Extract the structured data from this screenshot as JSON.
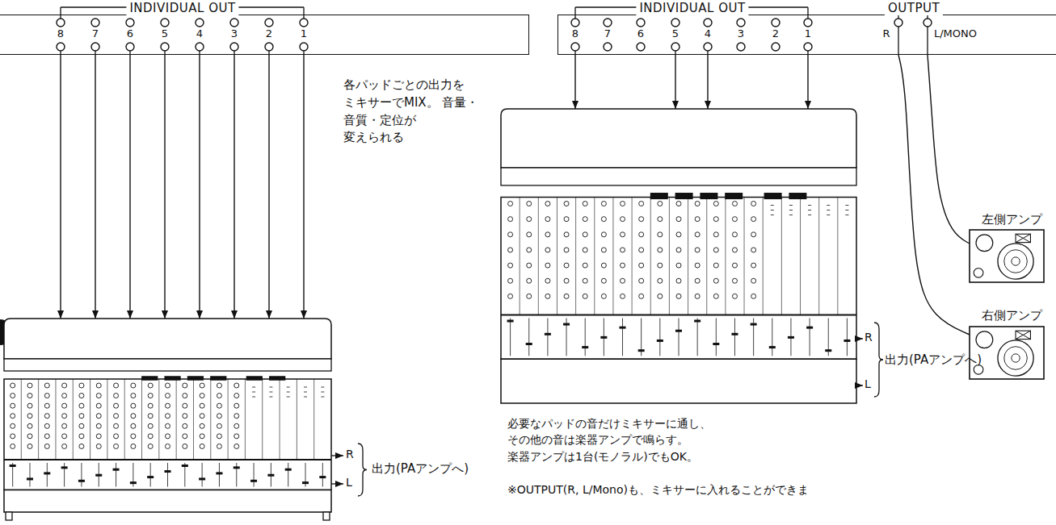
{
  "diagram": {
    "nodes": [
      {
        "text": [
          "INDIVIDUAL OUT"
        ]
      },
      {
        "text": [
          "出力(PAアンプへ)"
        ]
      },
      {
        "text": [
          "INDIVIDUAL OUT",
          "OUTPUT"
        ]
      },
      {
        "text": [
          "左側アンプ"
        ]
      },
      {
        "text": [
          "右側アンプ"
        ]
      },
      {
        "text": [
          "出力(PAアンプへ)"
        ]
      }
    ],
    "edges": [
      {
        "from": 0,
        "to": 1,
        "arrow": "to"
      },
      {
        "from": 0,
        "to": 1,
        "arrow": "to"
      },
      {
        "from": 0,
        "to": 1,
        "arrow": "to"
      },
      {
        "from": 0,
        "to": 1,
        "arrow": "to"
      },
      {
        "from": 0,
        "to": 1,
        "arrow": "to"
      },
      {
        "from": 0,
        "to": 1,
        "arrow": "to"
      },
      {
        "from": 0,
        "to": 1,
        "arrow": "to"
      },
      {
        "from": 0,
        "to": 1,
        "arrow": "to"
      },
      {
        "from": 2,
        "to": 5,
        "arrow": "to"
      },
      {
        "from": 2,
        "to": 5,
        "arrow": "to"
      },
      {
        "from": 2,
        "to": 5,
        "arrow": "to"
      },
      {
        "from": 2,
        "to": 5,
        "arrow": "to"
      },
      {
        "from": 2,
        "to": 4,
        "arrow": "none"
      },
      {
        "from": 2,
        "to": 3,
        "arrow": "none"
      }
    ],
    "labels": [
      "8",
      "7",
      "6",
      "5",
      "4",
      "3",
      "2",
      "1",
      "R",
      "L",
      "各パッドごとの出力を ミキサーでMIX。 音量・音質・定位が 変えられる",
      "8",
      "7",
      "6",
      "5",
      "4",
      "3",
      "2",
      "1",
      "R",
      "L/MONO",
      "R",
      "L",
      "必要なパッドの音だけミキサーに通し、 その他の音は楽器アンプで鳴らす。 楽器アンプは1台(モノラル)でもOK。",
      "※OUTPUT(R, L/Mono)も、ミキサーに入れることができま"
    ]
  }
}
